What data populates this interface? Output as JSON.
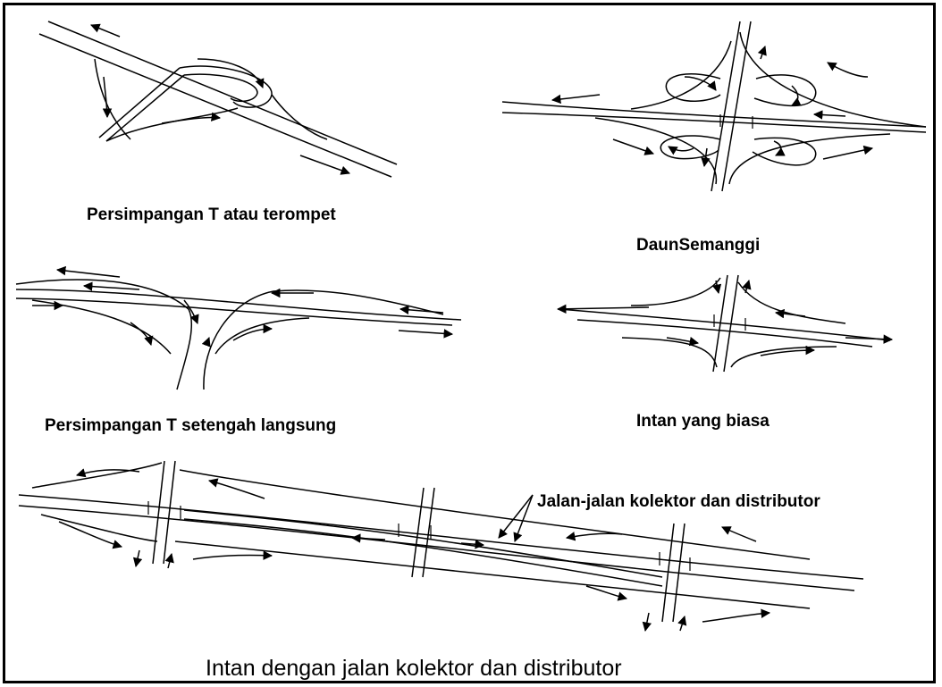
{
  "labels": {
    "trumpet": "Persimpangan T atau terompet",
    "cloverleaf": "DaunSemanggi",
    "semi_direct": "Persimpangan T setengah langsung",
    "diamond": "Intan yang biasa",
    "collector_note": "Jalan-jalan kolektor dan distributor",
    "diamond_cd": "Intan dengan jalan kolektor dan distributor"
  }
}
